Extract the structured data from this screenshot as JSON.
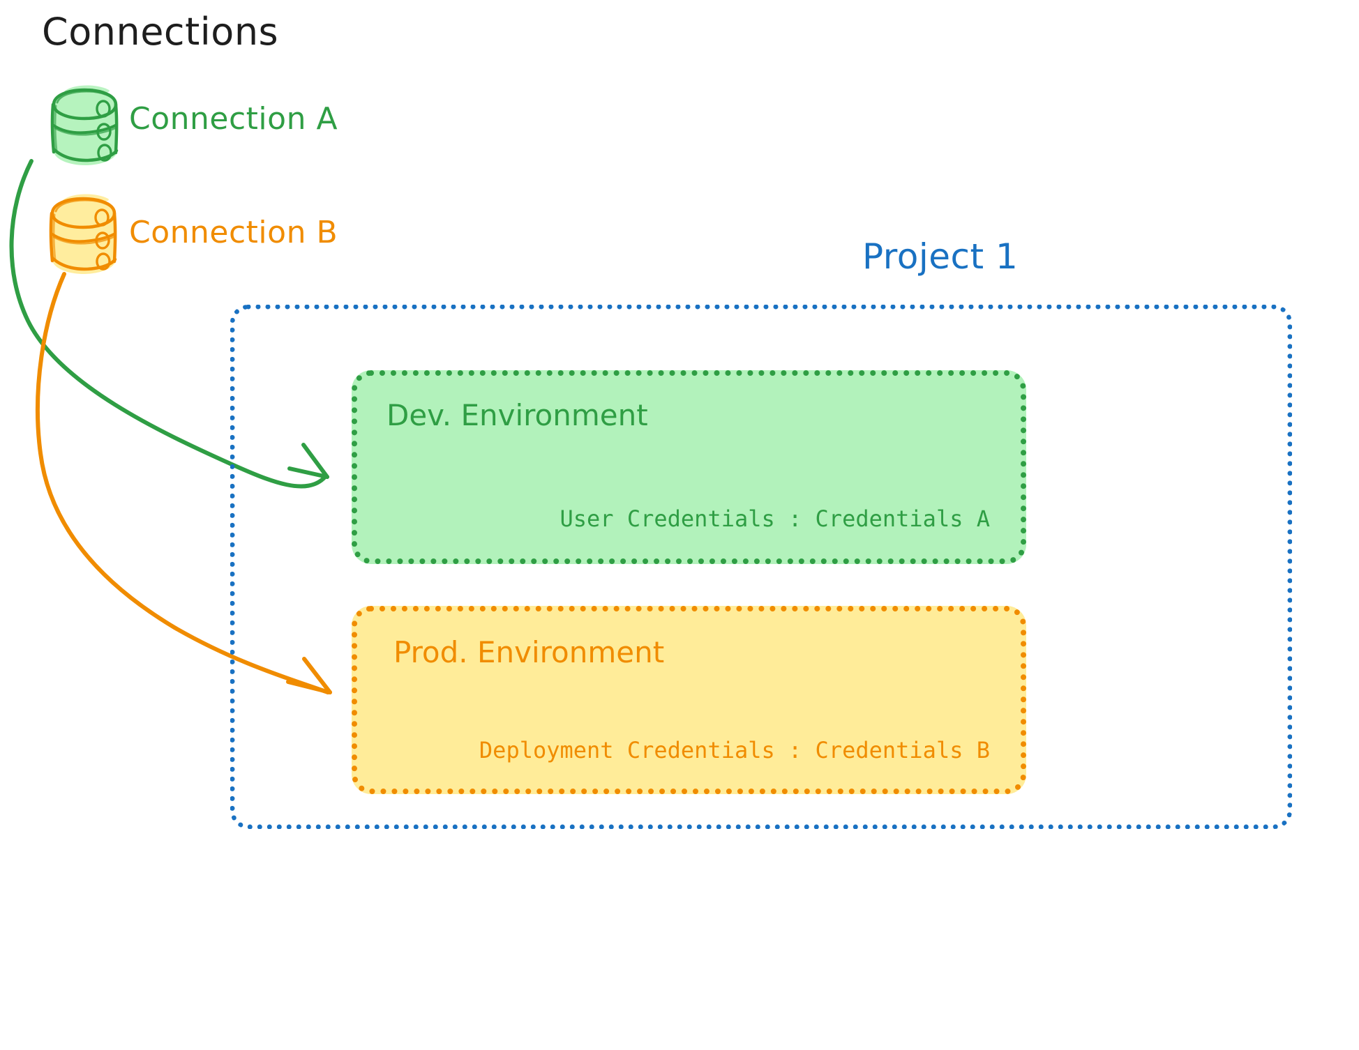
{
  "diagram": {
    "title": "Connections",
    "connections_heading": "Connections",
    "connections": [
      {
        "id": "connection-a",
        "label": "Connection A",
        "icon": "database-cylinder-icon",
        "color": "#2f9e44",
        "fill": "#b2f2bb"
      },
      {
        "id": "connection-b",
        "label": "Connection B",
        "icon": "database-cylinder-icon",
        "color": "#f08c00",
        "fill": "#ffec99"
      }
    ],
    "project": {
      "label": "Project 1",
      "border_color": "#1971c2",
      "environments": [
        {
          "id": "dev-environment",
          "title": "Dev. Environment",
          "credentials": "User Credentials : Credentials A",
          "border_color": "#2f9e44",
          "fill": "#b2f2bb"
        },
        {
          "id": "prod-environment",
          "title": "Prod. Environment",
          "credentials": "Deployment Credentials : Credentials B",
          "border_color": "#f08c00",
          "fill": "#ffec99"
        }
      ]
    },
    "arrows": [
      {
        "id": "arrow-connection-a-to-dev",
        "from": "connection-a",
        "to": "dev-environment",
        "color": "#2f9e44"
      },
      {
        "id": "arrow-connection-b-to-prod",
        "from": "connection-b",
        "to": "prod-environment",
        "color": "#f08c00"
      }
    ],
    "colors": {
      "text_black": "#1e1e1e",
      "green": "#2f9e44",
      "green_fill": "#b2f2bb",
      "orange": "#f08c00",
      "orange_fill": "#ffec99",
      "blue": "#1971c2",
      "background": "#ffffff"
    }
  }
}
